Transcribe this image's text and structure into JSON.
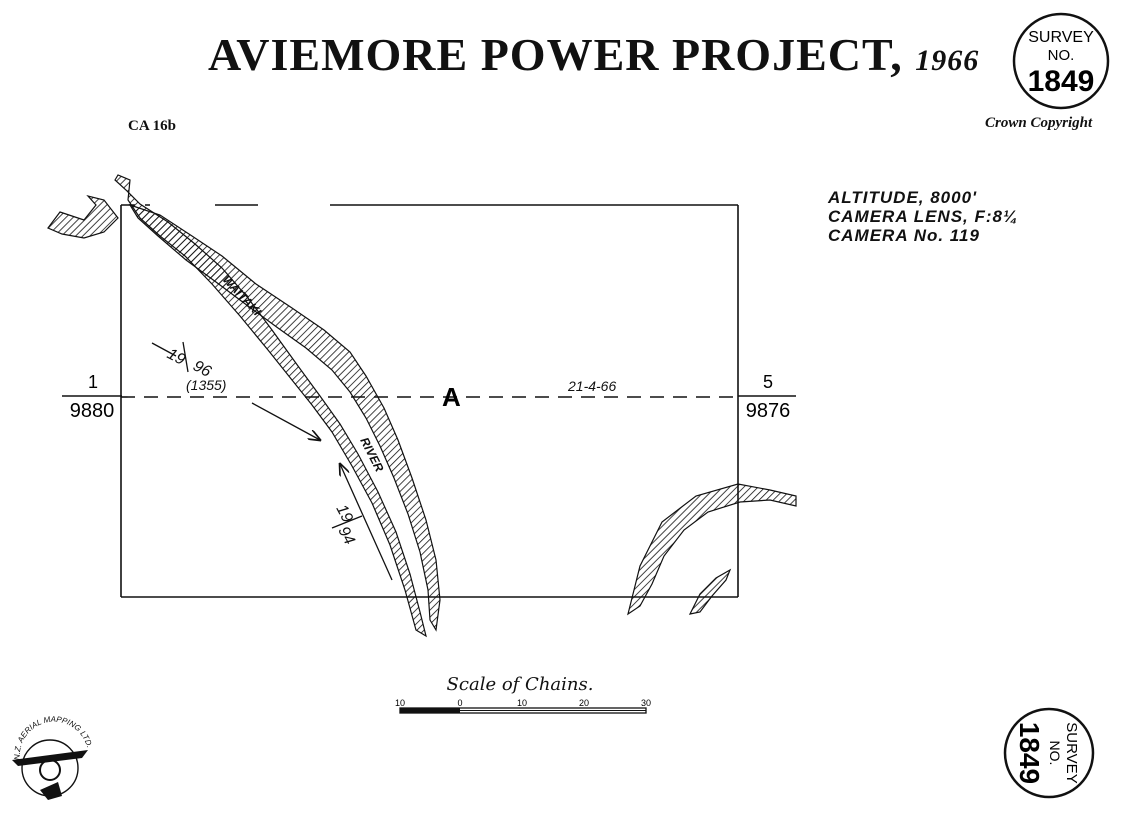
{
  "title": {
    "main": "AVIEMORE POWER PROJECT",
    "year": "1966"
  },
  "sheet_ref": "CA 16b",
  "copyright": "Crown Copyright",
  "survey_stamp": {
    "label": "SURVEY",
    "abbr": "NO.",
    "number": "1849"
  },
  "flight_info": {
    "altitude": "ALTITUDE, 8000'",
    "lens": "CAMERA LENS, F:8¼",
    "camera": "CAMERA No. 119"
  },
  "run": {
    "label": "A",
    "date": "21-4-66",
    "left_frame": "1",
    "left_number": "9880",
    "right_frame": "5",
    "right_number": "9876"
  },
  "cross_runs": [
    {
      "top": "19",
      "bottom": "96",
      "note": "(1355)"
    },
    {
      "top": "19",
      "bottom": "94"
    }
  ],
  "river_labels": {
    "upper": "WAITAKI",
    "lower": "RIVER"
  },
  "scale": {
    "title": "Scale of Chains.",
    "ticks": [
      "10",
      "0",
      "10",
      "20",
      "30"
    ]
  },
  "logo": {
    "text": "N.Z. AERIAL MAPPING LTD."
  },
  "colors": {
    "ink": "#111111",
    "paper": "#ffffff"
  }
}
